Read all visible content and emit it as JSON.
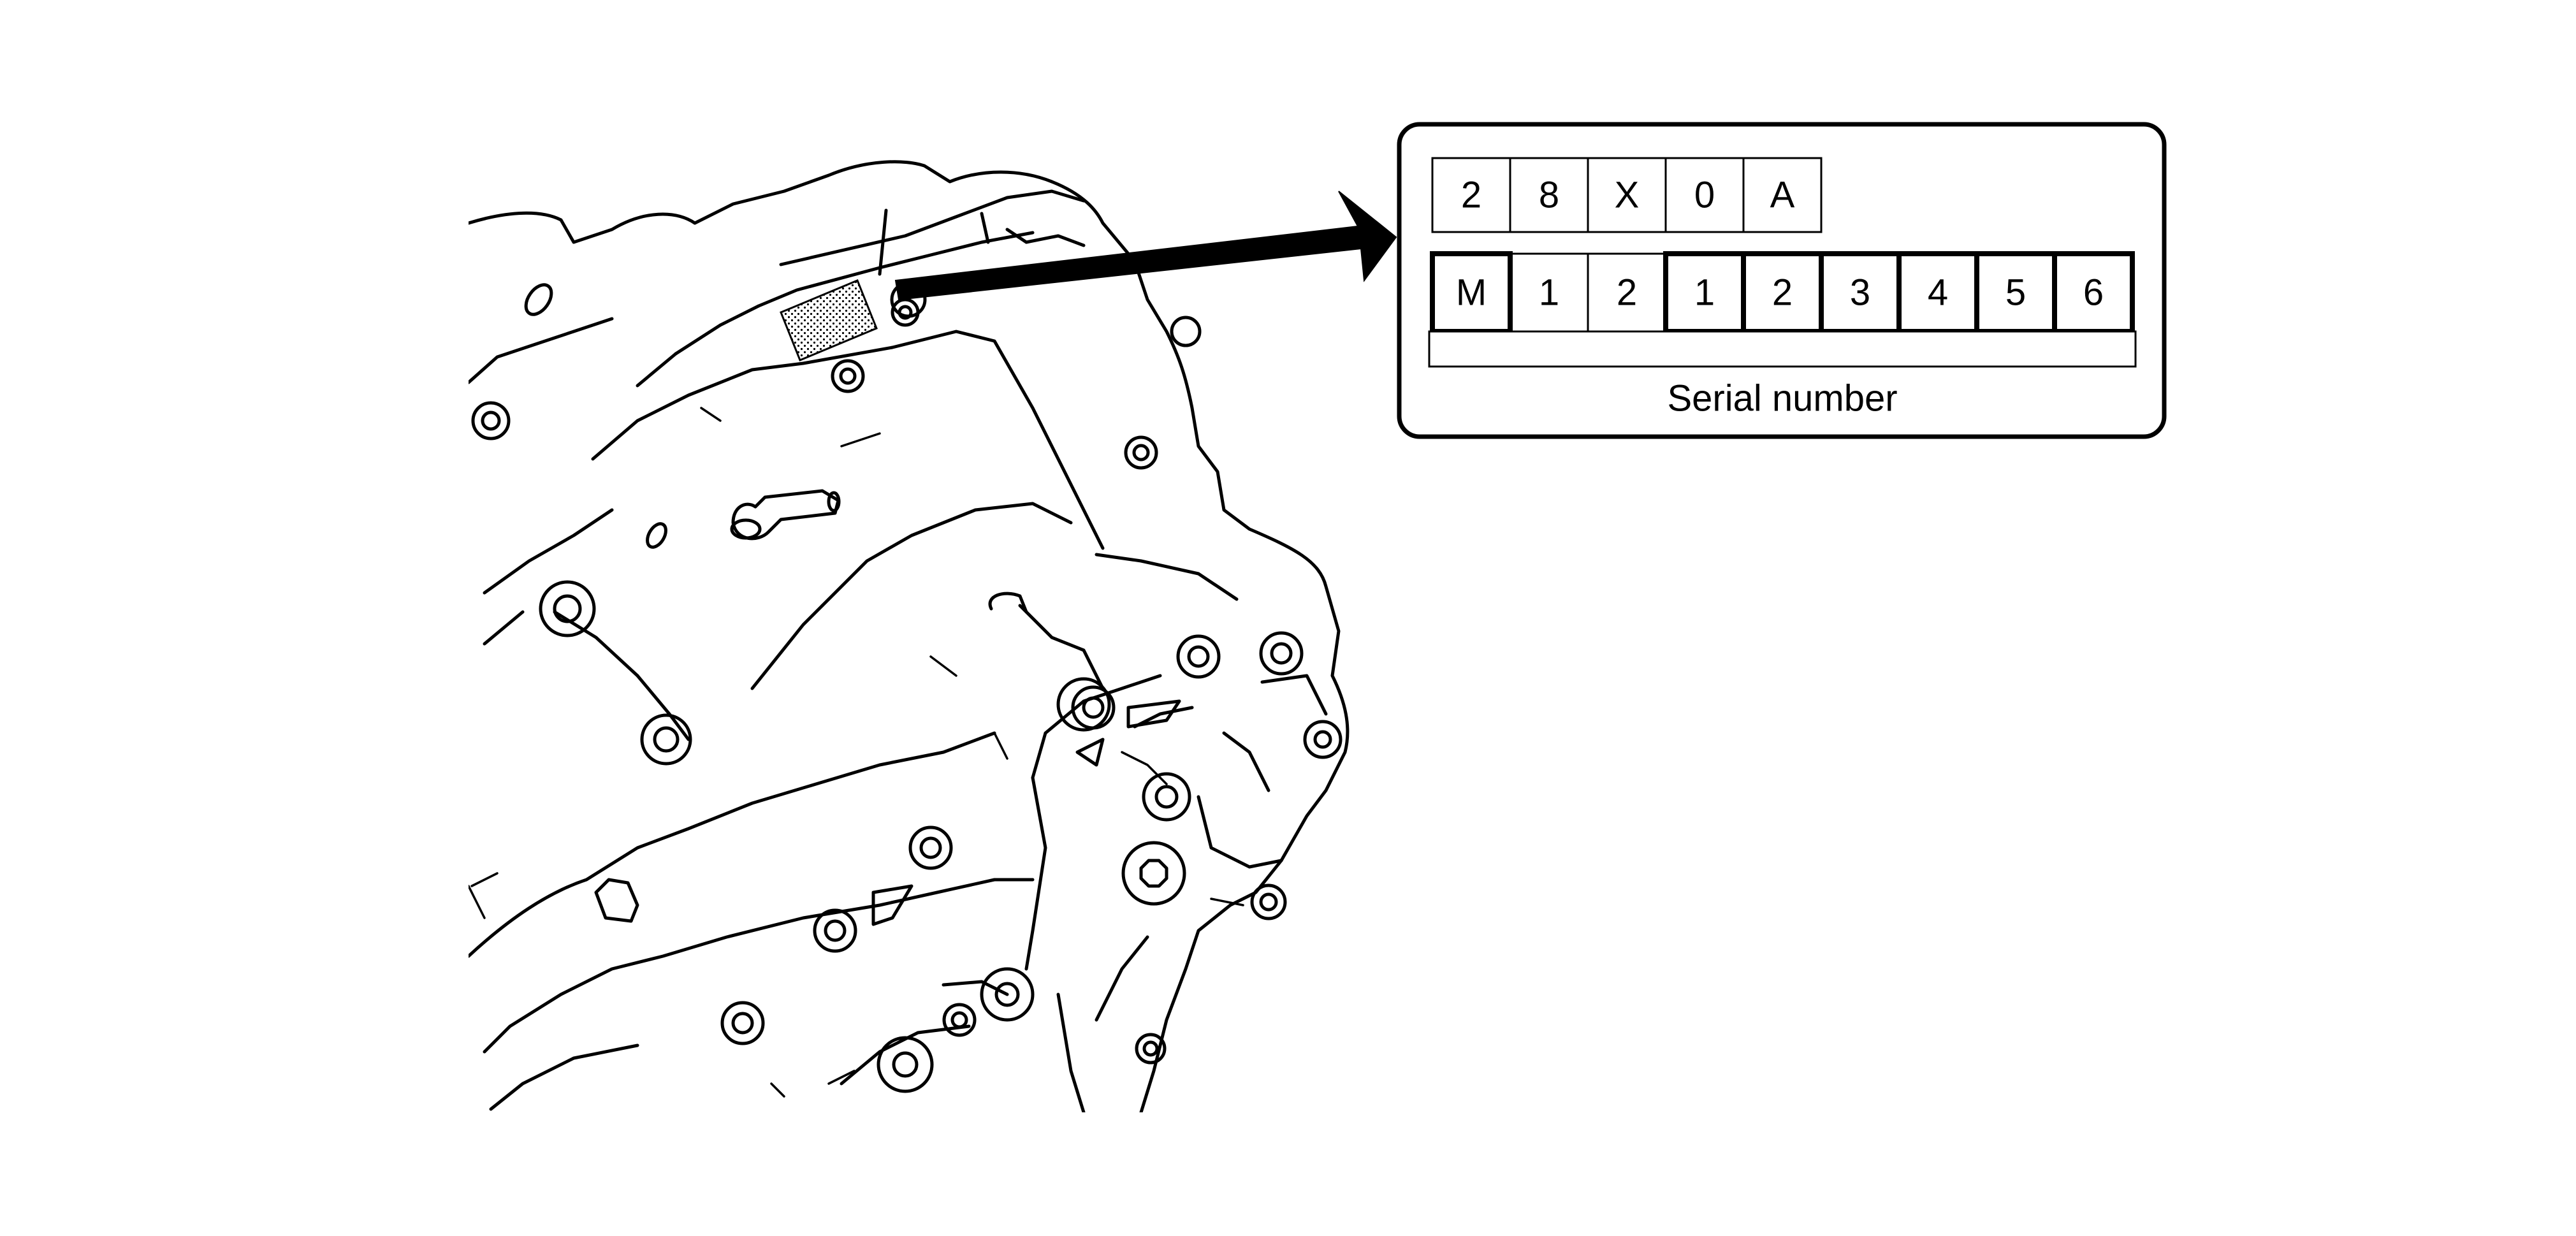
{
  "label_plate": {
    "model_code": [
      "2",
      "8",
      "X",
      "0",
      "A"
    ],
    "serial_code": [
      "M",
      "1",
      "2",
      "1",
      "2",
      "3",
      "4",
      "5",
      "6"
    ],
    "caption": "Serial number"
  },
  "colors": {
    "ink": "#000000",
    "background": "#ffffff",
    "stamp_area": "stippled"
  }
}
